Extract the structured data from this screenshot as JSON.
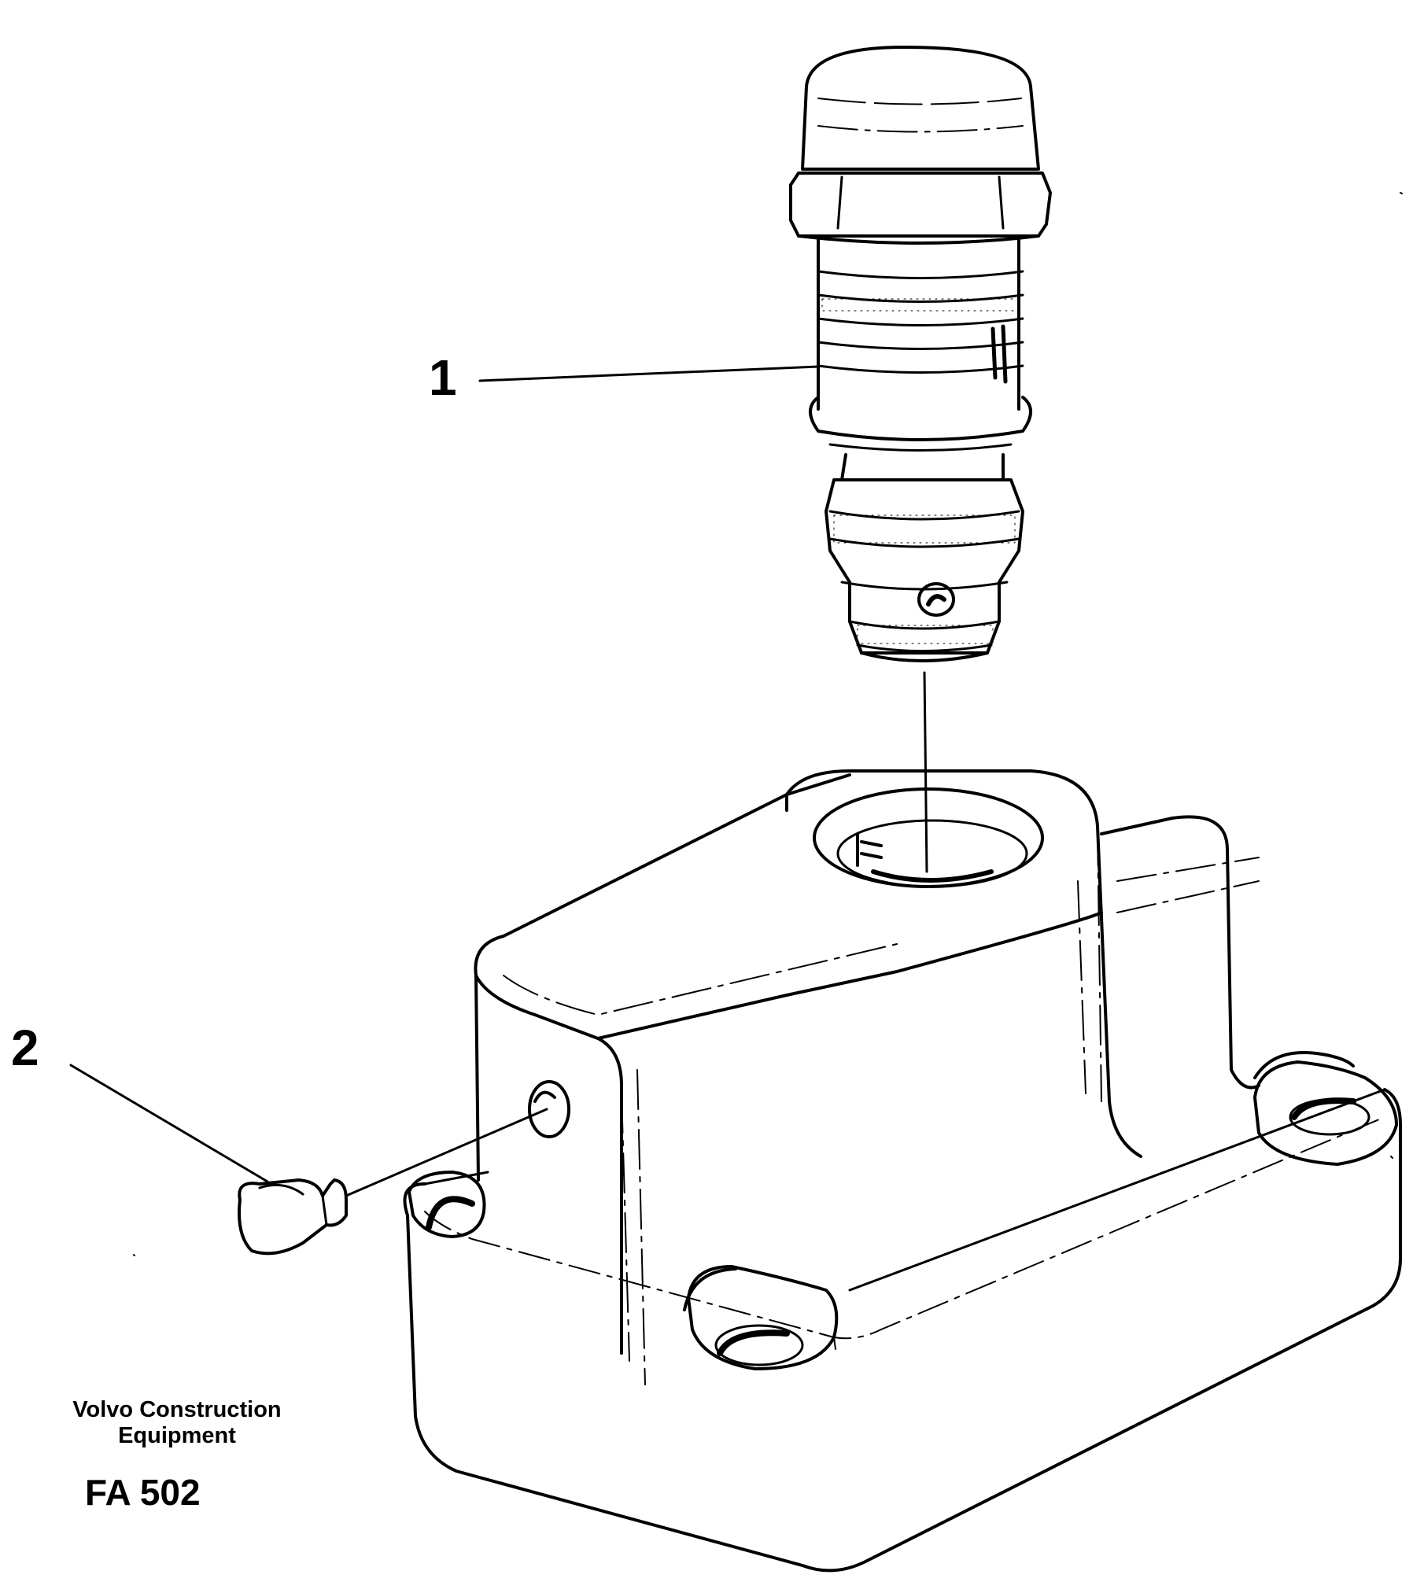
{
  "callouts": {
    "item_1": "1",
    "item_2": "2"
  },
  "caption": {
    "maker_line1": "Volvo Construction",
    "maker_line2": "Equipment",
    "figure_code": "FA 502"
  }
}
